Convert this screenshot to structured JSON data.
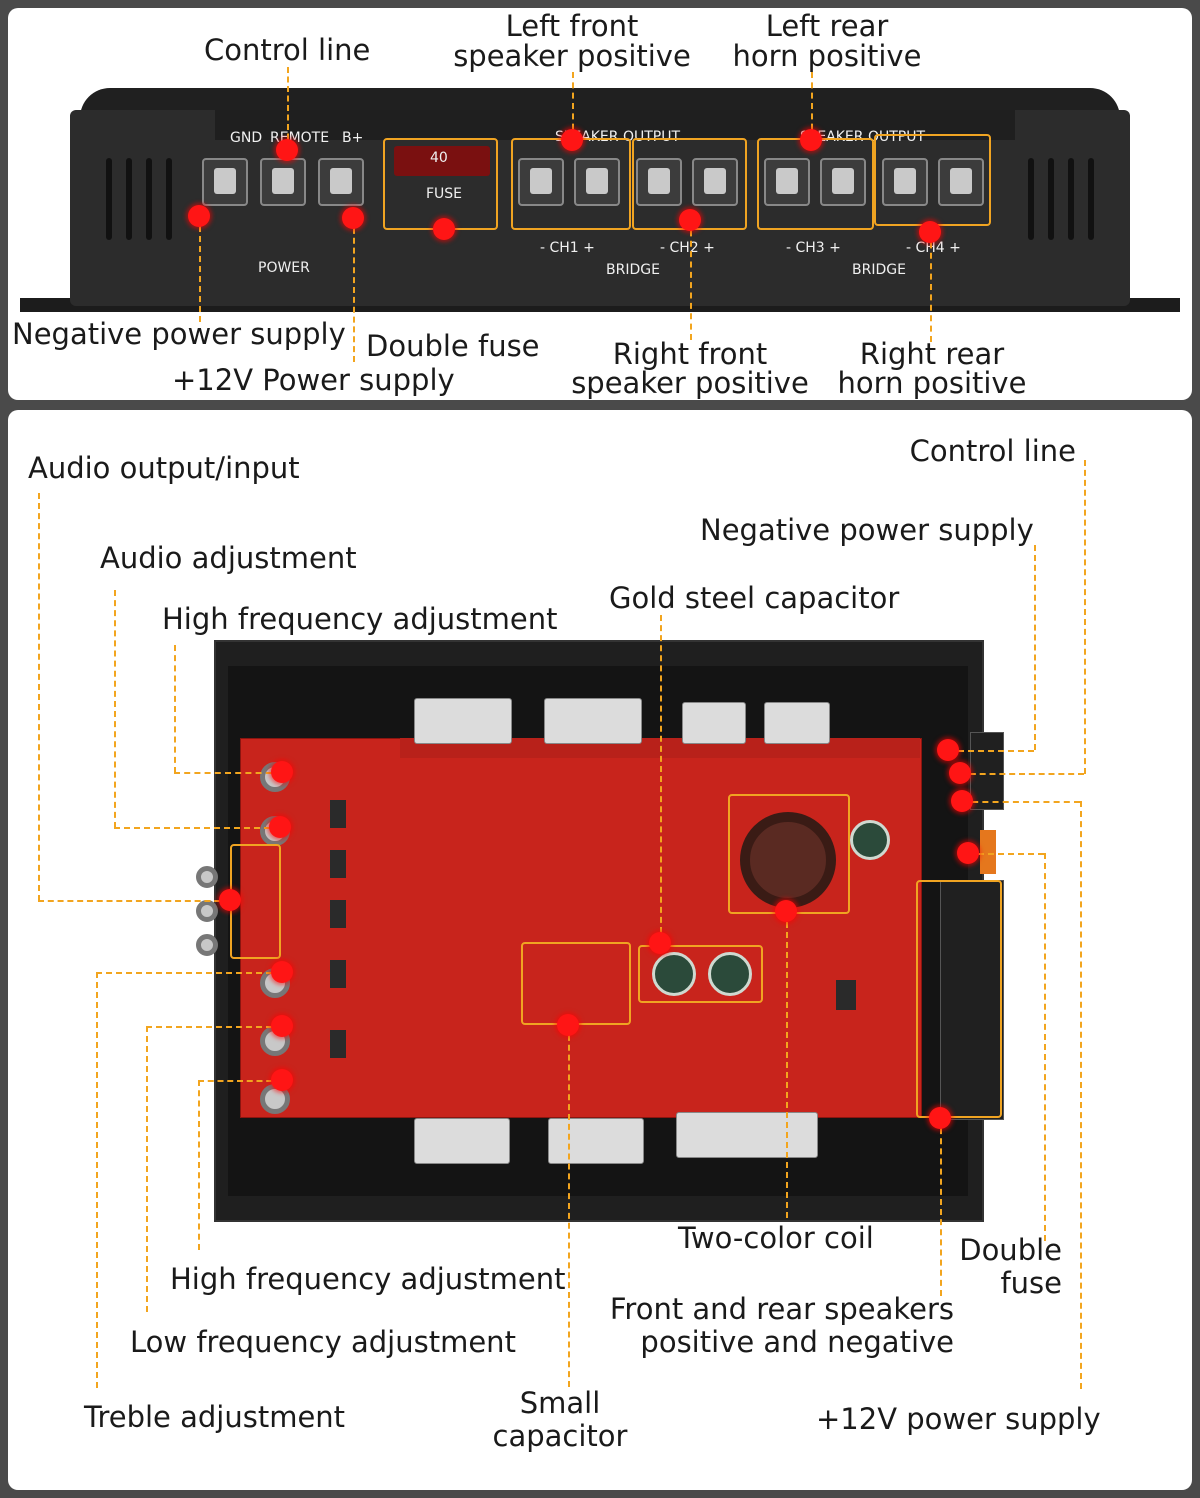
{
  "colors": {
    "accent": "#f2a51f",
    "marker": "#ff1515",
    "background": "#4a4a4a"
  },
  "top": {
    "device_labels": {
      "gnd": "GND",
      "remote": "REMOTE",
      "bplus": "B+",
      "power": "POWER",
      "fuse": "FUSE",
      "fuse_value": "40",
      "speaker_output_1": "SPEAKER OUTPUT",
      "speaker_output_2": "SPEAKER OUTPUT",
      "ch1": "- CH1 +",
      "ch2": "- CH2 +",
      "ch3": "- CH3 +",
      "ch4": "- CH4 +",
      "bridge_1": "BRIDGE",
      "bridge_2": "BRIDGE"
    },
    "callouts": {
      "control_line": "Control line",
      "left_front_l1": "Left front",
      "left_front_l2": "speaker positive",
      "left_rear_l1": "Left rear",
      "left_rear_l2": "horn positive",
      "negative_power": "Negative power supply",
      "double_fuse": "Double fuse",
      "power_12v": "+12V Power supply",
      "right_front_l1": "Right front",
      "right_front_l2": "speaker positive",
      "right_rear_l1": "Right rear",
      "right_rear_l2": "horn positive"
    }
  },
  "bottom": {
    "callouts": {
      "audio_io": "Audio output/input",
      "audio_adjustment": "Audio adjustment",
      "hf_adjustment_top": "High frequency adjustment",
      "gold_cap": "Gold steel capacitor",
      "control_line": "Control line",
      "negative_power": "Negative power supply",
      "two_color_coil": "Two-color coil",
      "double_fuse_l1": "Double",
      "double_fuse_l2": "fuse",
      "hf_adjustment_bottom": "High frequency adjustment",
      "speakers_l1": "Front and rear speakers",
      "speakers_l2": "positive and negative",
      "lf_adjustment": "Low frequency adjustment",
      "treble_adjustment": "Treble adjustment",
      "small_cap_l1": "Small",
      "small_cap_l2": "capacitor",
      "power_12v": "+12V power supply"
    }
  }
}
